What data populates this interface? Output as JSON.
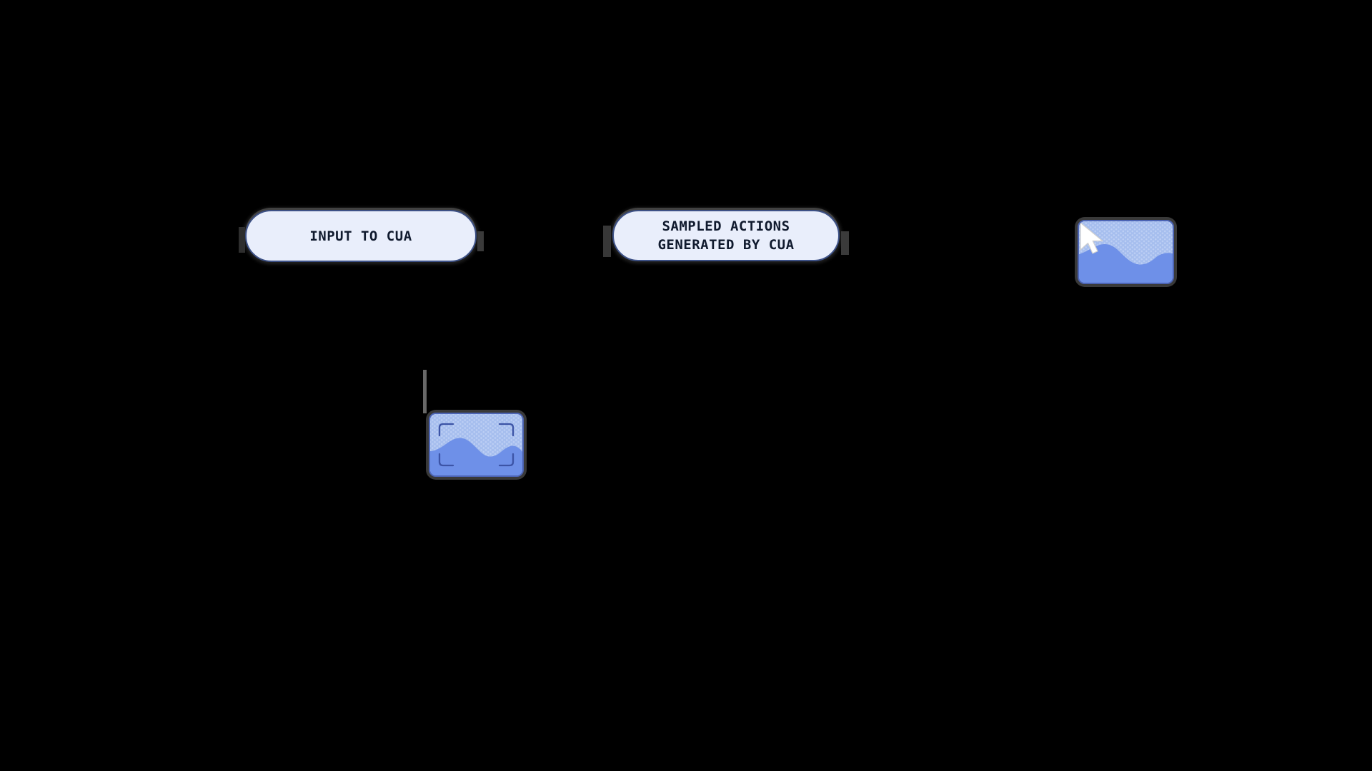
{
  "figure": {
    "background_color": "#000000",
    "pills": {
      "input": {
        "label": "INPUT TO CUA"
      },
      "sampled": {
        "line1": "SAMPLED ACTIONS",
        "line2": "GENERATED BY CUA"
      }
    },
    "icons": {
      "screenshot_thumbnail": "image-with-viewfinder-brackets",
      "cursor_thumbnail": "image-with-mouse-cursor"
    },
    "colors": {
      "background": "#000000",
      "pill_fill": "#e9eefb",
      "pill_border": "#3d5186",
      "pill_text": "#101a2e",
      "icon_fill": "#a6beee",
      "icon_dot": "#bdcff4",
      "icon_border": "#4c64b4",
      "icon_wave": "#6e90e8",
      "bracket_stroke": "#3c54a6",
      "cursor_fill": "#ffffff",
      "shadow_gray": "#5f5f5f"
    }
  }
}
